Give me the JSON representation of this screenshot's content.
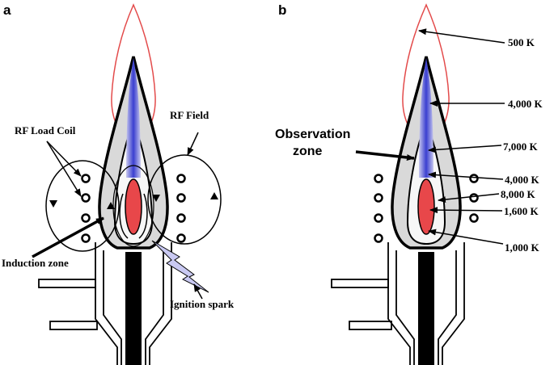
{
  "panels": {
    "a": {
      "label": "a",
      "labels": {
        "rf_load_coil": "RF Load Coil",
        "rf_field": "RF Field",
        "induction_zone": "Induction zone",
        "ignition_spark": "Ignition spark"
      }
    },
    "b": {
      "label": "b",
      "observation_zone": [
        "Observation",
        "zone"
      ],
      "temperatures": [
        "500 K",
        "4,000 K",
        "7,000 K",
        "4,000 K",
        "8,000 K",
        "1,600 K",
        "1,000 K"
      ]
    }
  },
  "colors": {
    "flame_outline": "#e34a4a",
    "core_red": "#e8474a",
    "plasma_blue": "#4a4fd6",
    "torch_grey": "#d9d9d9",
    "spark": "#c9c9f2"
  }
}
